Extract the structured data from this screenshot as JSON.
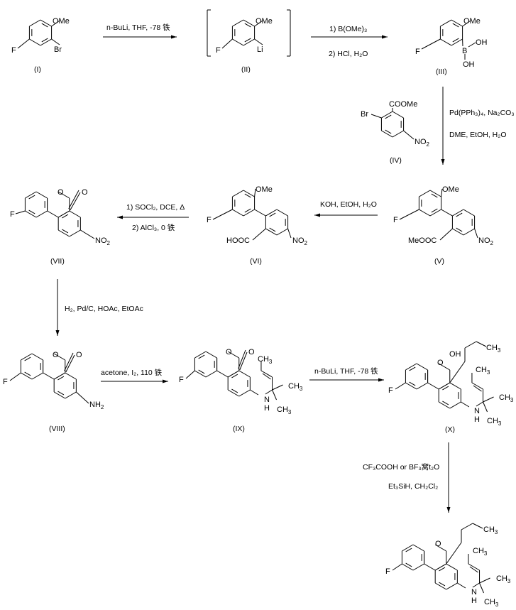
{
  "scheme": {
    "compounds": [
      {
        "id": "I",
        "label": "(I)",
        "substituents": {
          "ome": "OMe",
          "br": "Br",
          "f": "F"
        }
      },
      {
        "id": "II",
        "label": "(II)",
        "substituents": {
          "ome": "OMe",
          "li": "Li",
          "f": "F"
        }
      },
      {
        "id": "III",
        "label": "(III)",
        "substituents": {
          "ome": "OMe",
          "b": "B",
          "oh1": "OH",
          "oh2": "OH",
          "f": "F"
        }
      },
      {
        "id": "IV",
        "label": "(IV)",
        "substituents": {
          "ester": "COOMe",
          "br": "Br",
          "no2": "NO",
          "no2_sub": "2"
        }
      },
      {
        "id": "V",
        "label": "(V)",
        "substituents": {
          "ome": "OMe",
          "f": "F",
          "ester": "MeOOC",
          "no2": "NO",
          "no2_sub": "2"
        }
      },
      {
        "id": "VI",
        "label": "(VI)",
        "substituents": {
          "ome": "OMe",
          "f": "F",
          "acid": "HOOC",
          "no2": "NO",
          "no2_sub": "2"
        }
      },
      {
        "id": "VII",
        "label": "(VII)",
        "substituents": {
          "o_ring": "O",
          "o_keto": "O",
          "f": "F",
          "no2": "NO",
          "no2_sub": "2"
        }
      },
      {
        "id": "VIII",
        "label": "(VIII)",
        "substituents": {
          "o_ring": "O",
          "o_keto": "O",
          "f": "F",
          "nh2": "NH",
          "nh2_sub": "2"
        }
      },
      {
        "id": "IX",
        "label": "(IX)",
        "substituents": {
          "o_ring": "O",
          "o_keto": "O",
          "f": "F",
          "ch3": "CH",
          "ch3_sub": "3",
          "n": "N",
          "h": "H"
        }
      },
      {
        "id": "X",
        "label": "(X)",
        "substituents": {
          "o_ring": "O",
          "oh": "OH",
          "f": "F",
          "ch3": "CH",
          "ch3_sub": "3",
          "n": "N",
          "h": "H"
        }
      },
      {
        "id": "final",
        "label": "",
        "substituents": {
          "o_ring": "O",
          "f": "F",
          "ch3": "CH",
          "ch3_sub": "3",
          "n": "N",
          "h": "H"
        }
      }
    ],
    "steps": [
      {
        "from": "I",
        "to": "II",
        "conditions": [
          "n-BuLi, THF, -78 铁"
        ]
      },
      {
        "from": "II",
        "to": "III",
        "conditions": [
          "1) B(OMe)₃",
          "2) HCl, H₂O"
        ]
      },
      {
        "from": "III",
        "to": "V",
        "reagent": "IV",
        "conditions": [
          "Pd(PPh₃)₄, Na₂CO₃",
          "DME, EtOH, H₂O"
        ]
      },
      {
        "from": "V",
        "to": "VI",
        "conditions": [
          "KOH, EtOH, H₂O"
        ]
      },
      {
        "from": "VI",
        "to": "VII",
        "conditions": [
          "1) SOCl₂, DCE, Δ",
          "2) AlCl₃, 0 铁"
        ]
      },
      {
        "from": "VII",
        "to": "VIII",
        "conditions": [
          "H₂, Pd/C, HOAc, EtOAc"
        ]
      },
      {
        "from": "VIII",
        "to": "IX",
        "conditions": [
          "acetone, I₂, 110 铁"
        ]
      },
      {
        "from": "IX",
        "to": "X",
        "conditions": [
          "n-BuLi, THF, -78 铁"
        ]
      },
      {
        "from": "X",
        "to": "final",
        "conditions": [
          "CF₃COOH or BF₃窝t₂O",
          "Et₃SiH, CH₂Cl₂"
        ]
      }
    ]
  }
}
